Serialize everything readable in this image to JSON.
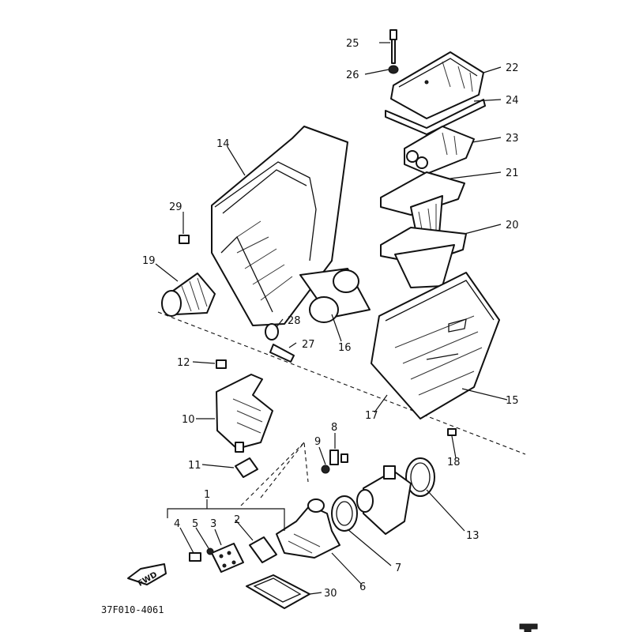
{
  "diagram": {
    "part_code": "37F010-4061",
    "fwd_label": "FWD",
    "callouts": {
      "p1": "1",
      "p2": "2",
      "p3": "3",
      "p4": "4",
      "p5": "5",
      "p6": "6",
      "p7": "7",
      "p8": "8",
      "p9": "9",
      "p10": "10",
      "p11": "11",
      "p12": "12",
      "p13": "13",
      "p14": "14",
      "p15": "15",
      "p16": "16",
      "p17": "17",
      "p18": "18",
      "p19": "19",
      "p20": "20",
      "p21": "21",
      "p22": "22",
      "p23": "23",
      "p24": "24",
      "p25": "25",
      "p26": "26",
      "p27": "27",
      "p28": "28",
      "p29": "29",
      "p30": "30"
    }
  }
}
